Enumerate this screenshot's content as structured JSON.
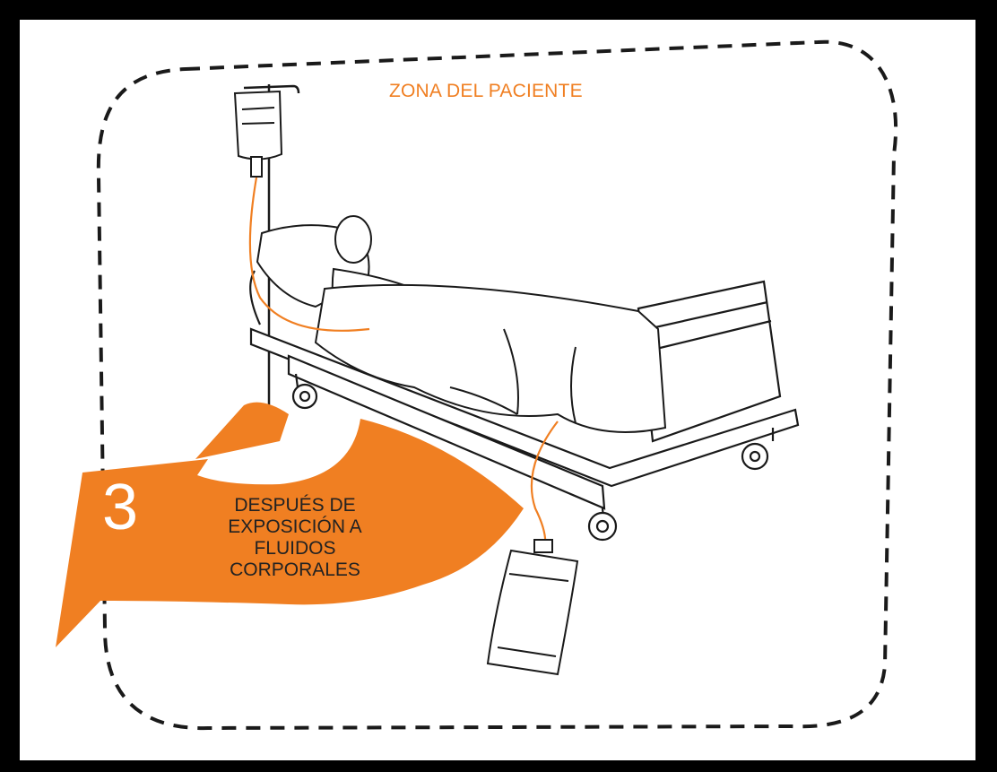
{
  "zone": {
    "title": "ZONA DEL PACIENTE"
  },
  "step": {
    "number": "3",
    "lines": [
      "DESPUÉS DE",
      "EXPOSICIÓN A",
      "FLUIDOS",
      "CORPORALES"
    ]
  },
  "colors": {
    "accent": "#F07F22",
    "line": "#1a1a1a",
    "frame": "#000000",
    "background": "#FFFFFF"
  },
  "icons": [
    "iv-bag-icon",
    "patient-icon",
    "hospital-bed-icon",
    "drainage-bag-icon",
    "curved-arrow-icon"
  ]
}
